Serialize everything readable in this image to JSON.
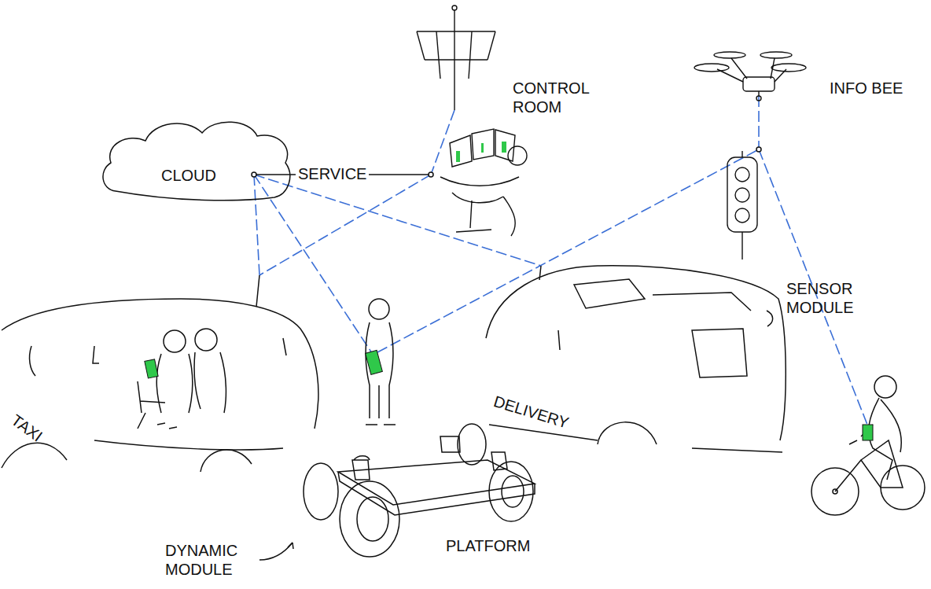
{
  "diagram": {
    "nodes": [
      {
        "text": [
          "CLOUD"
        ]
      }
    ],
    "labels": [
      "CONTROL ROOM",
      "INFO BEE",
      "SERVICE",
      "SENSOR MODULE",
      "TAXI",
      "DELIVERY",
      "DYNAMIC MODULE",
      "PLATFORM"
    ]
  }
}
